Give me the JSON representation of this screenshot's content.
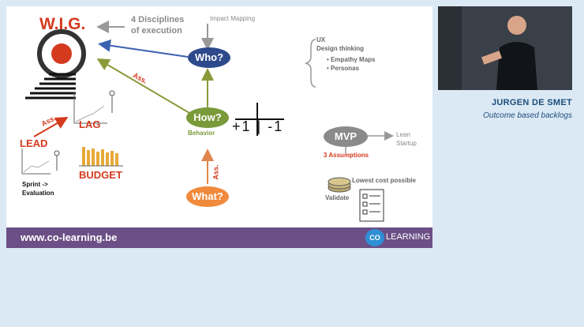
{
  "slide": {
    "wig": "W.I.G.",
    "disciplines": "4 Disciplines\nof execution",
    "impact_mapping": "Impact Mapping",
    "who": "Who?",
    "how": "How?",
    "behavior": "Behavior",
    "what": "What?",
    "ass": "Ass.",
    "lag": "LAG",
    "lead": "LEAD",
    "budget": "BUDGET",
    "sprint": "Sprint ->\nEvaluation",
    "ux_title": "UX\nDesign thinking",
    "ux_items": [
      "Empathy Maps",
      "Personas"
    ],
    "plus_minus": "+1 | -1",
    "mvp": "MVP",
    "lean": "Lean\nStartup",
    "assumptions": "3 Assumptions",
    "lowest_cost": "Lowest cost possible",
    "validate": "Validate",
    "footer_url": "www.co-learning.be",
    "logo_co": "CO",
    "logo_text": "LEARNING"
  },
  "speaker": {
    "name": "JURGEN DE SMET",
    "subtitle": "Outcome based backlogs"
  },
  "colors": {
    "background": "#dbe9f5",
    "footer": "#6b4f86",
    "who": "#2e4a8c",
    "how": "#7a9a3a",
    "what": "#f08a3c",
    "mvp": "#8a8a8a",
    "red": "#d43a1e",
    "speaker": "#1d4c7a"
  }
}
